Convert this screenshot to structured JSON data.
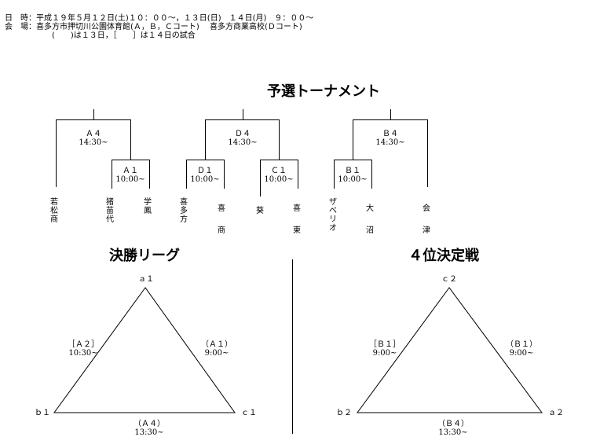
{
  "header": {
    "line1": "日　時：平成１９年５月１２日(土)１０：００～，１３日(日)　１４日(月)　９：００～",
    "line2": "会　場：喜多方市押切川公園体育館(Ａ，Ｂ，Ｃコート)　 喜多方商業高校(Ｄコート)",
    "line3": "(　　)は１３日，［　　］は１４日の試合"
  },
  "tournament": {
    "title": "予選トーナメント",
    "matches": [
      {
        "id": "Ａ４",
        "time": "14:30~"
      },
      {
        "id": "Ａ１",
        "time": "10:00~"
      },
      {
        "id": "Ｄ４",
        "time": "14:30~"
      },
      {
        "id": "Ｄ１",
        "time": "10:00~"
      },
      {
        "id": "Ｃ１",
        "time": "10:00~"
      },
      {
        "id": "Ｂ４",
        "time": "14:30~"
      },
      {
        "id": "Ｂ１",
        "time": "10:00~"
      }
    ],
    "teams": [
      "若松商",
      "猪苗代",
      "学鳳",
      "喜多方",
      "喜商",
      "葵",
      "喜東",
      "ザベリオ",
      "大沼",
      "会津"
    ]
  },
  "league": {
    "title": "決勝リーグ",
    "nodes": [
      "ａ１",
      "ｂ１",
      "ｃ１"
    ],
    "edges": [
      {
        "label": "［Ａ２］",
        "time": "10:30~"
      },
      {
        "label": "（Ａ１）",
        "time": "9:00~"
      },
      {
        "label": "（Ａ４）",
        "time": "13:30~"
      }
    ]
  },
  "fourth": {
    "title": "４位決定戦",
    "nodes": [
      "ｃ２",
      "ｂ２",
      "ａ２"
    ],
    "edges": [
      {
        "label": "［Ｂ１］",
        "time": "9:00~"
      },
      {
        "label": "（Ｂ１）",
        "time": "9:00~"
      },
      {
        "label": "（Ｂ４）",
        "time": "13:30~"
      }
    ]
  }
}
